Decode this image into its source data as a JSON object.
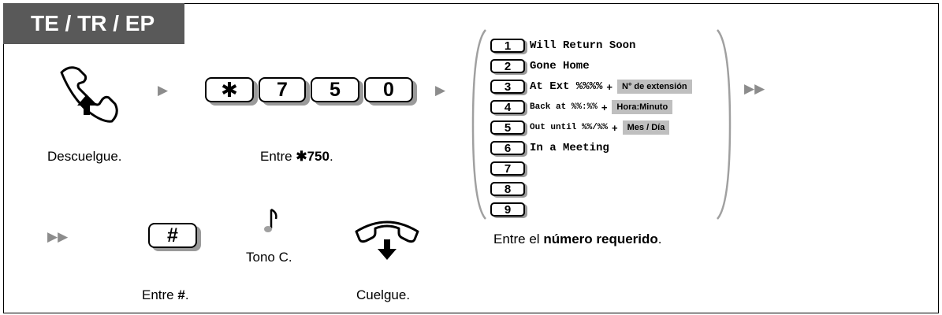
{
  "header": {
    "tab_label": "TE / TR / EP"
  },
  "steps": {
    "offhook_caption": "Descuelgue.",
    "enter_code": {
      "prefix": "Entre ",
      "code": "✱750",
      "suffix": "."
    },
    "select": {
      "prefix": "Entre el ",
      "bold": "número requerido",
      "suffix": "."
    },
    "hash": {
      "prefix": "Entre ",
      "bold": "#",
      "suffix": "."
    },
    "tone_label": "Tono C.",
    "onhook_caption": "Cuelgue."
  },
  "keys": {
    "star": "✱",
    "k7": "7",
    "k5": "5",
    "k0": "0",
    "hash": "#"
  },
  "messages": [
    {
      "num": "1",
      "text": "Will Return Soon",
      "plus": "",
      "tag": ""
    },
    {
      "num": "2",
      "text": "Gone Home",
      "plus": "",
      "tag": ""
    },
    {
      "num": "3",
      "text": "At Ext %%%%",
      "plus": "+",
      "tag": "N° de extensión"
    },
    {
      "num": "4",
      "text": "Back at %%:%%",
      "plus": "+",
      "tag": "Hora:Minuto"
    },
    {
      "num": "5",
      "text": "Out until %%/%%",
      "plus": "+",
      "tag": "Mes / Día"
    },
    {
      "num": "6",
      "text": "In a Meeting",
      "plus": "",
      "tag": ""
    },
    {
      "num": "7",
      "text": "",
      "plus": "",
      "tag": ""
    },
    {
      "num": "8",
      "text": "",
      "plus": "",
      "tag": ""
    },
    {
      "num": "9",
      "text": "",
      "plus": "",
      "tag": ""
    }
  ],
  "arrows": {
    "single": "▶",
    "double": "▶▶"
  },
  "colors": {
    "tab_bg": "#595959",
    "tag_bg": "#bfbfbf",
    "arrow": "#8c8c8c",
    "key_shadow": "#9a9a9a"
  }
}
